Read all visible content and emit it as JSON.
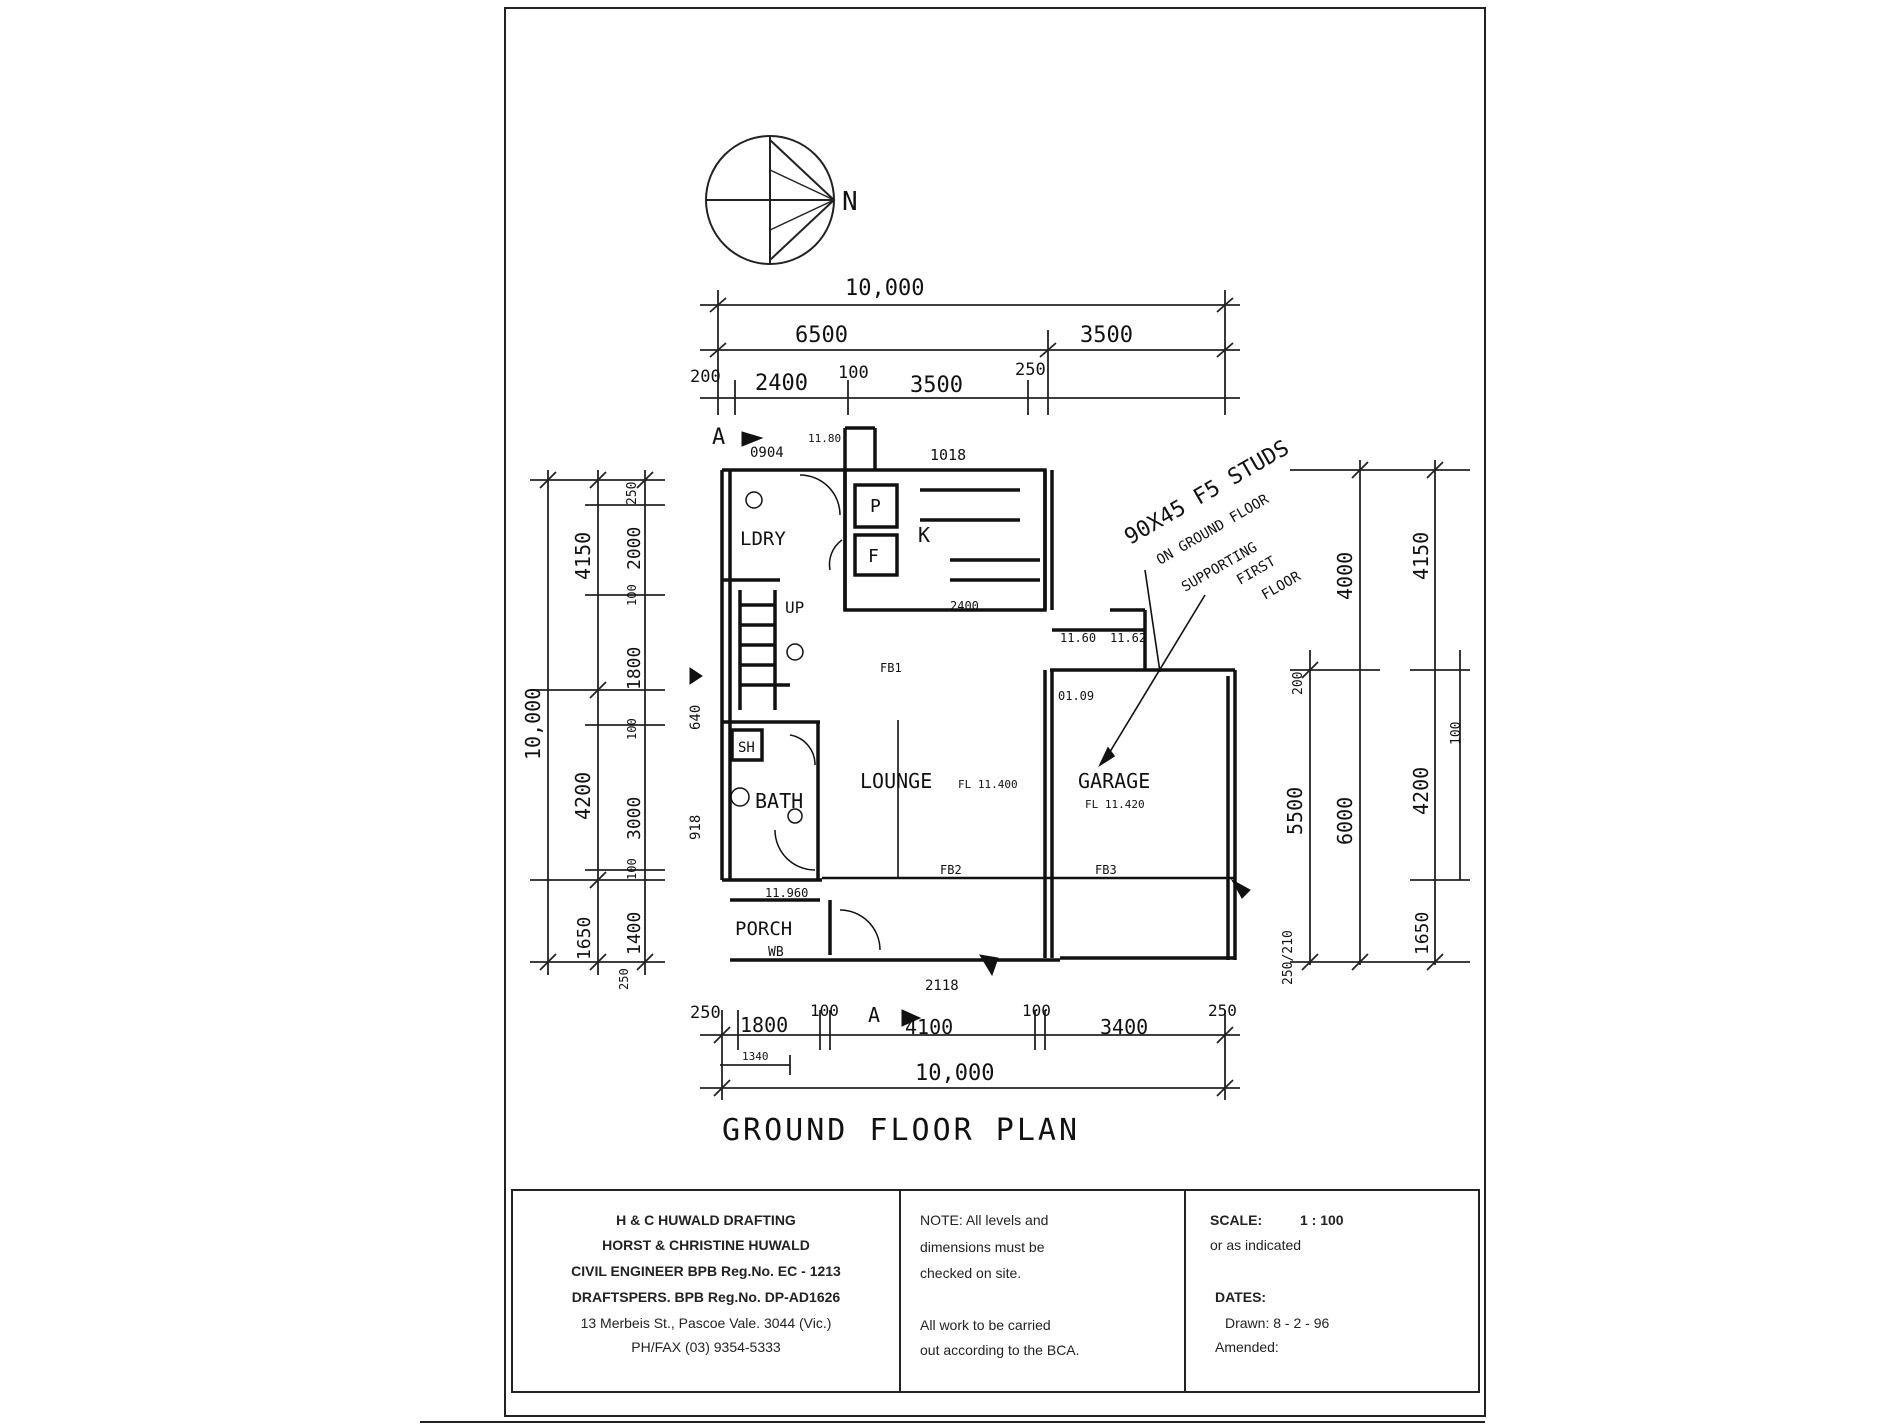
{
  "north": {
    "label": "N"
  },
  "title": "GROUND FLOOR PLAN",
  "dims_top": {
    "overall": "10,000",
    "left": "6500",
    "right": "3500",
    "seg1": "200",
    "seg2": "2400",
    "seg3": "100",
    "seg4": "3500",
    "seg5": "250"
  },
  "dims_bottom": {
    "d1": "250",
    "d2": "1800",
    "d3": "100",
    "d4": "4100",
    "d5": "100",
    "d6": "3400",
    "d7": "250",
    "small": "1340",
    "overall": "10,000",
    "d218": "2118"
  },
  "dims_left": {
    "overall": "10,000",
    "d4150": "4150",
    "d4200": "4200",
    "d1650": "1650",
    "d250": "250",
    "d2000": "2000",
    "d100a": "100",
    "d1800": "1800",
    "d100b": "100",
    "d3000": "3000",
    "d100c": "100",
    "d1400": "1400",
    "d250b": "250",
    "d640": "640",
    "d918": "918"
  },
  "dims_right": {
    "d4000": "4000",
    "d4150": "4150",
    "d200": "200",
    "d5500": "5500",
    "d6000": "6000",
    "d4200": "4200",
    "d100": "100",
    "d1650": "1650",
    "d250": "250/210"
  },
  "rooms": {
    "laundry": "LDRY",
    "kitchen": "K",
    "pantry": "P",
    "fridge": "F",
    "lounge": "LOUNGE",
    "lounge_fl": "FL 11.400",
    "garage": "GARAGE",
    "garage_fl": "FL 11.420",
    "bath": "BATH",
    "shower": "SH",
    "porch": "PORCH",
    "wb": "WB",
    "up": "UP"
  },
  "plan_labels": {
    "section_a": "A",
    "w1": "0904",
    "w2": "1018",
    "w3": "11.80",
    "w4": "11.60",
    "w5": "11.62",
    "w6": "01.09",
    "w7": "11.960",
    "w8": "2118",
    "fb1": "FB1",
    "fb2": "FB2",
    "fb3": "FB3",
    "d2400": "2400",
    "note1": "90X45 F5 STUDS",
    "note2": "ON GROUND FLOOR",
    "note3": "SUPPORTING",
    "note4": "FIRST",
    "note5": "FLOOR"
  },
  "title_block": {
    "firm": "H & C HUWALD DRAFTING",
    "names": "HORST & CHRISTINE HUWALD",
    "engineer": "CIVIL ENGINEER BPB Reg.No. EC - 1213",
    "draftspers": "DRAFTSPERS. BPB Reg.No. DP-AD1626",
    "address": "13 Merbeis St., Pascoe Vale. 3044 (Vic.)",
    "phone": "PH/FAX  (03) 9354-5333",
    "note_line1": "NOTE:  All  levels  and",
    "note_line2": "dimensions   must   be",
    "note_line3": "checked   on  site.",
    "note_line4": "All  work  to  be  carried",
    "note_line5": "out  according  to  the  BCA.",
    "scale_label": "SCALE:",
    "scale_value": "1  :  100",
    "scale_note": "or   as   indicated",
    "dates_label": "DATES:",
    "drawn": "Drawn:  8 - 2 - 96",
    "amended": "Amended:"
  }
}
